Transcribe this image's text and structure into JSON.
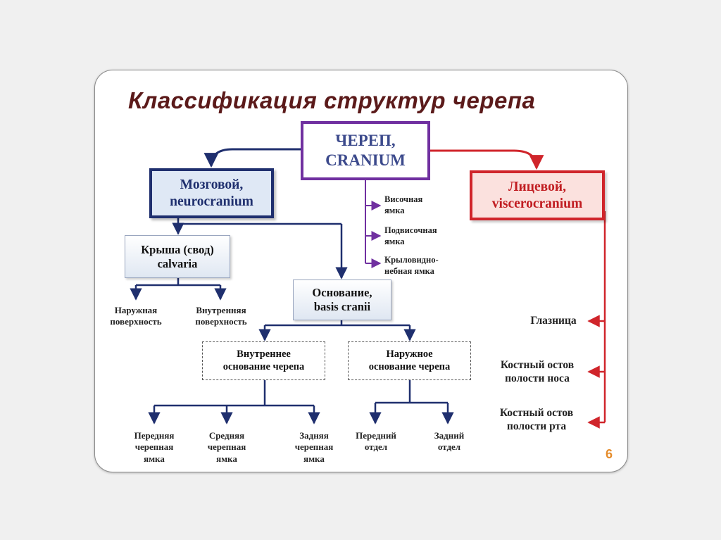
{
  "title": "Классификация структур черепа",
  "cranium": {
    "line1": "ЧЕРЕП,",
    "line2": "CRANIUM"
  },
  "neurocranium": {
    "line1": "Мозговой,",
    "line2": "neurocranium"
  },
  "viscerocranium": {
    "line1": "Лицевой,",
    "line2": "viscerocranium"
  },
  "calvaria": {
    "line1": "Крыша (свод)",
    "line2": "calvaria"
  },
  "basis": {
    "line1": "Основание,",
    "line2": "basis cranii"
  },
  "inner_base": {
    "line1": "Внутреннее",
    "line2": "основание черепа"
  },
  "outer_base": {
    "line1": "Наружное",
    "line2": "основание черепа"
  },
  "calvaria_children": [
    "Наружная\nповерхность",
    "Внутренняя\nповерхность"
  ],
  "inner_base_children": [
    "Передняя\nчерепная\nямка",
    "Средняя\nчерепная\nямка",
    "Задняя\nчерепная\nямка"
  ],
  "outer_base_children": [
    "Передний\nотдел",
    "Задний\nотдел"
  ],
  "cranium_fossae": [
    "Височная\nямка",
    "Подвисочная\nямка",
    "Крыловидно-\nнебная ямка"
  ],
  "facial_children": [
    "Глазница",
    "Костный остов\nполости носа",
    "Костный остов\nполости рта"
  ],
  "page_number": "6",
  "colors": {
    "title": "#5b1a1a",
    "cranium_border": "#7030a0",
    "neuro": "#1f2f6e",
    "viscero": "#d0252b",
    "tree_line": "#1f2f6e",
    "page_number": "#e58c2b"
  }
}
